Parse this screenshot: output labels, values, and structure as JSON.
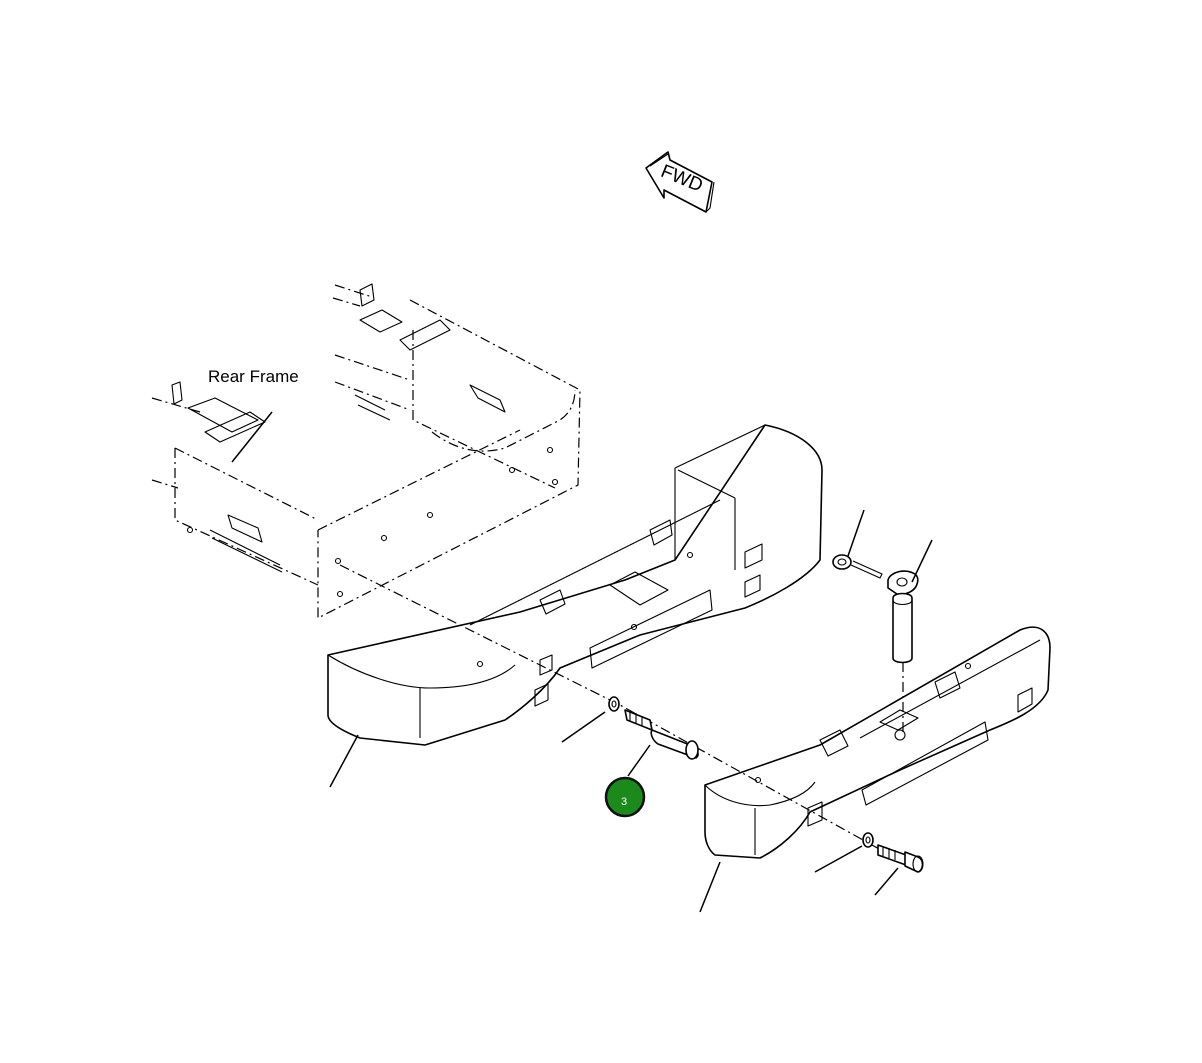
{
  "labels": {
    "rear_frame": "Rear Frame",
    "fwd": "FWD"
  },
  "callouts": [
    {
      "number": "3",
      "color": "#1a8a1a"
    }
  ],
  "colors": {
    "line": "#000000",
    "background": "#ffffff",
    "callout_fill": "#1a8a1a",
    "callout_border": "#111111"
  }
}
